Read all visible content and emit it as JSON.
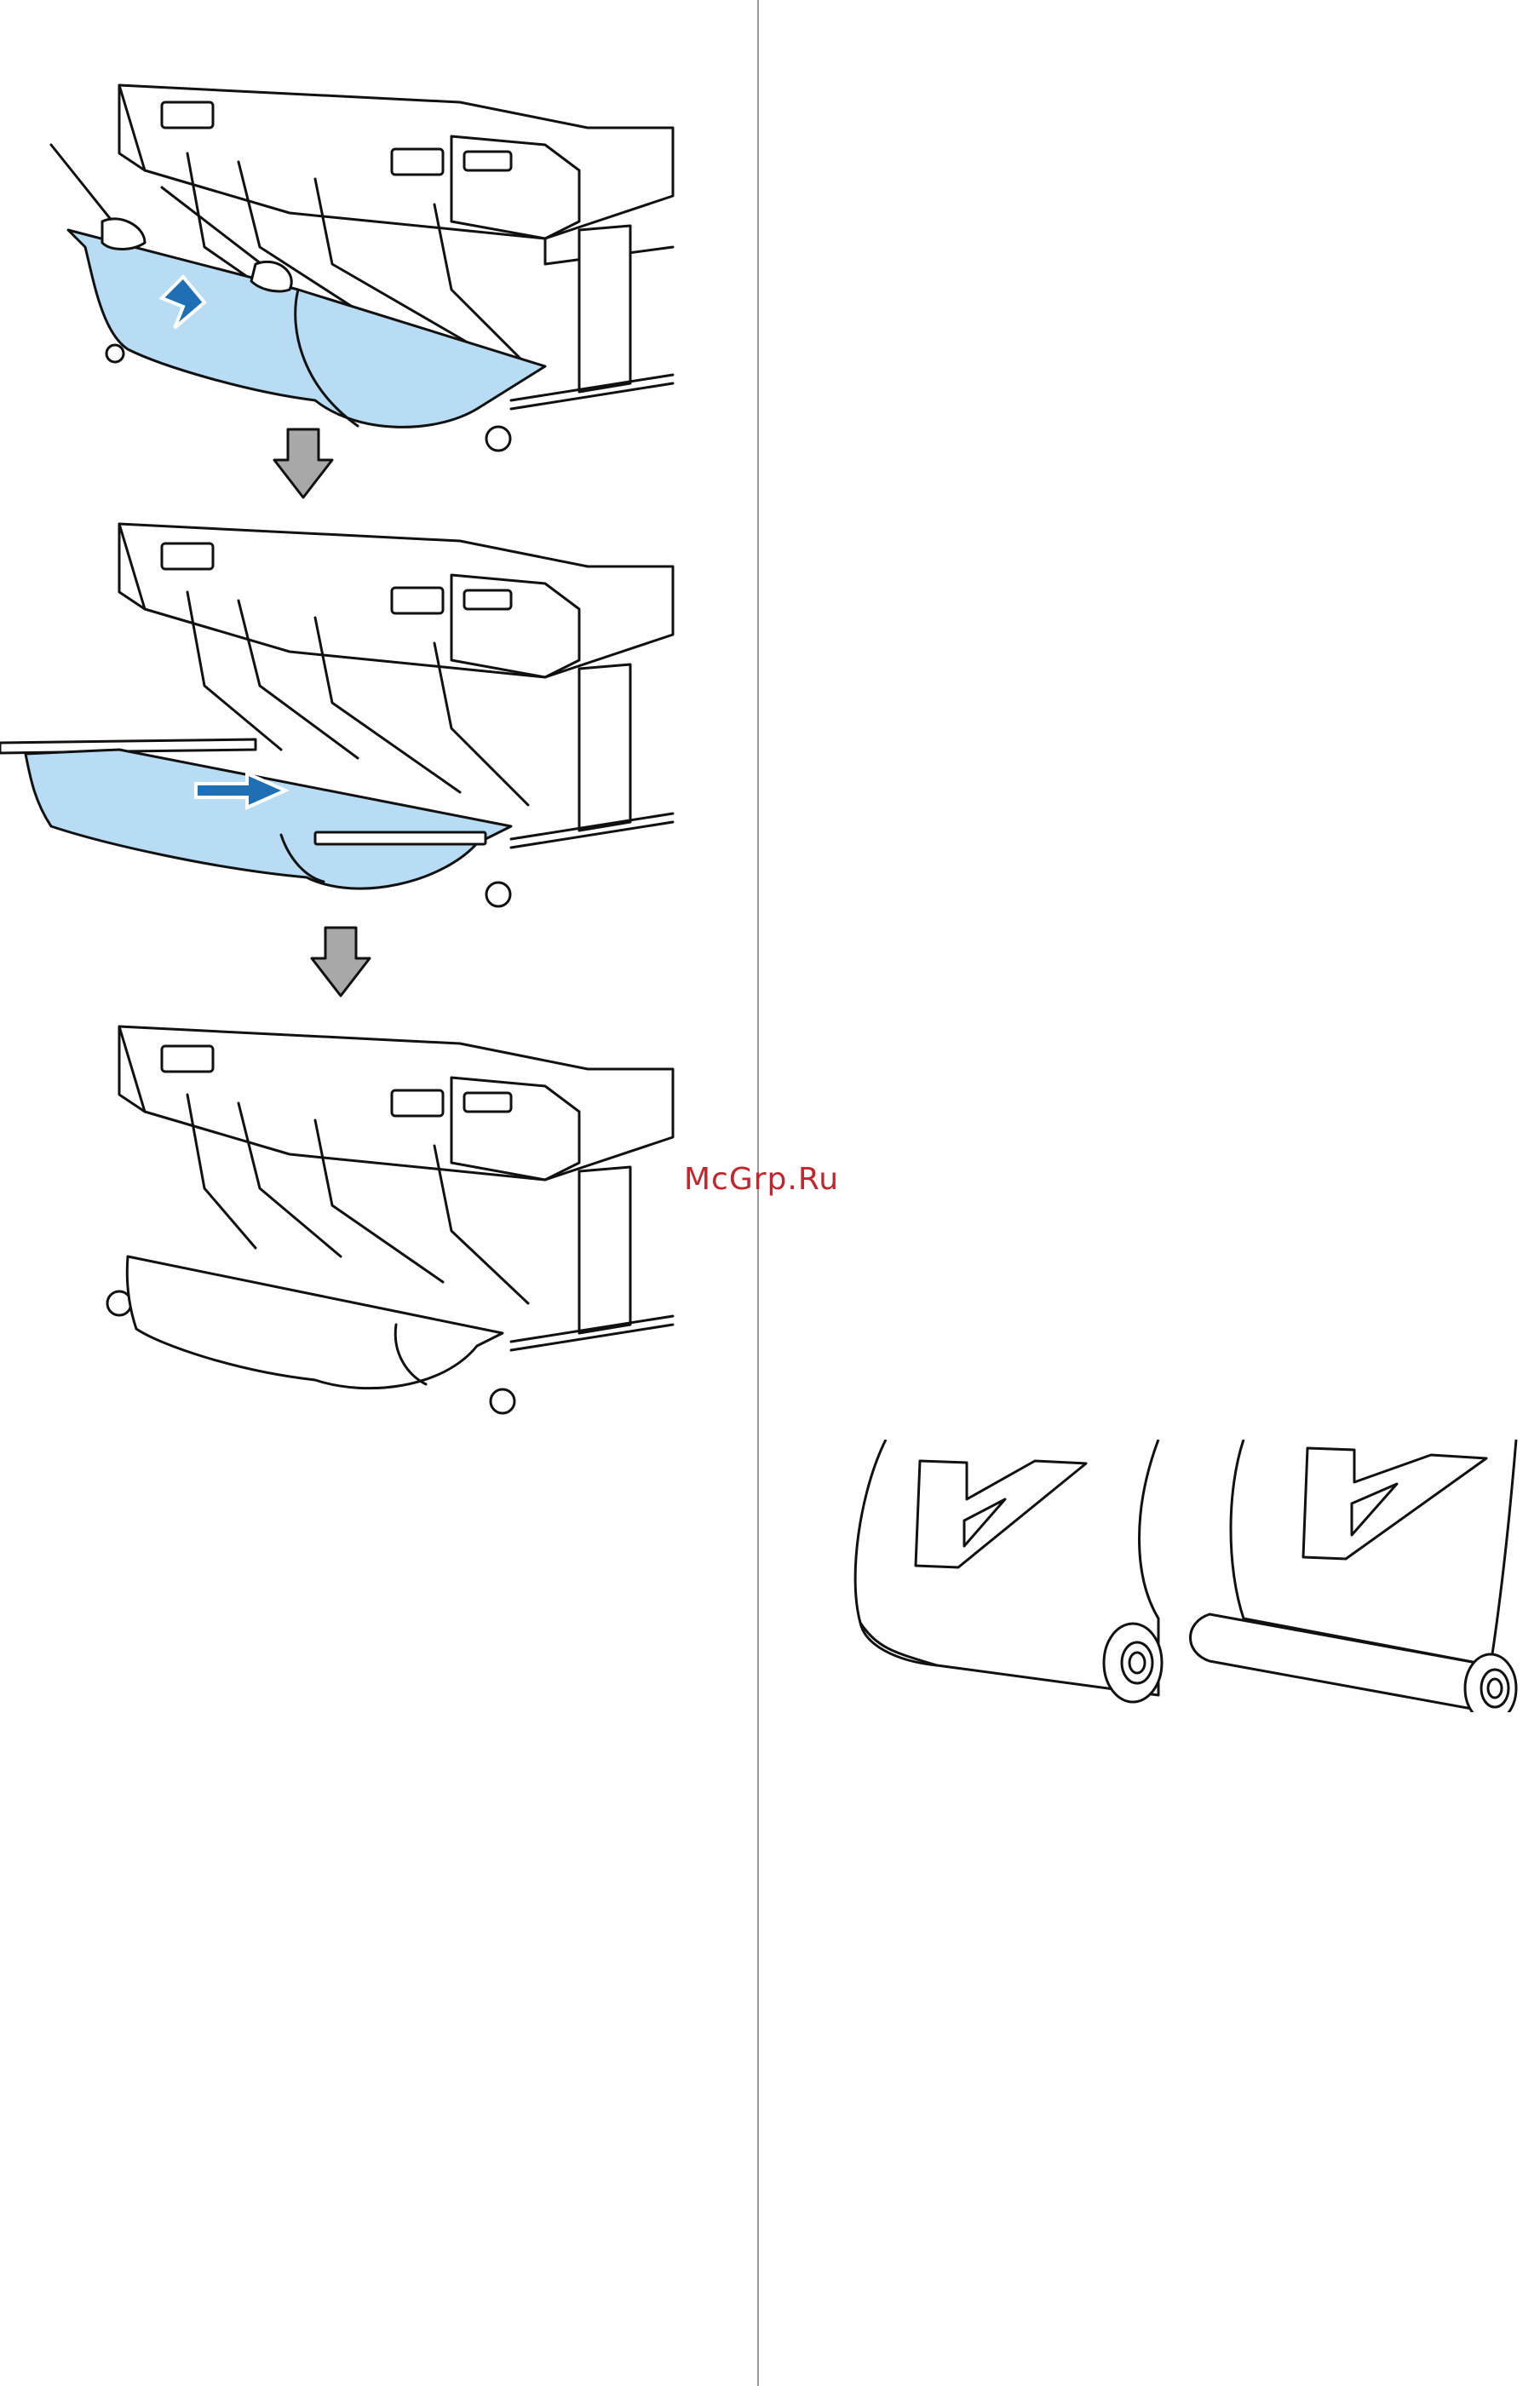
{
  "watermark": {
    "text": "McGrp.Ru",
    "color": "#c4242b"
  },
  "figures": [
    {
      "id": "step-1",
      "description_icon": "basket-lower-icon"
    },
    {
      "id": "step-2",
      "description_icon": "basket-slide-icon"
    },
    {
      "id": "step-3",
      "description_icon": "basket-stowed-icon"
    },
    {
      "id": "roll-orientation",
      "description_icon": "paper-roll-icon"
    }
  ],
  "colors": {
    "basket_fill": "#b7dcf3",
    "motion_arrow": "#1f6fb5",
    "step_arrow": "#a8a8a8"
  }
}
